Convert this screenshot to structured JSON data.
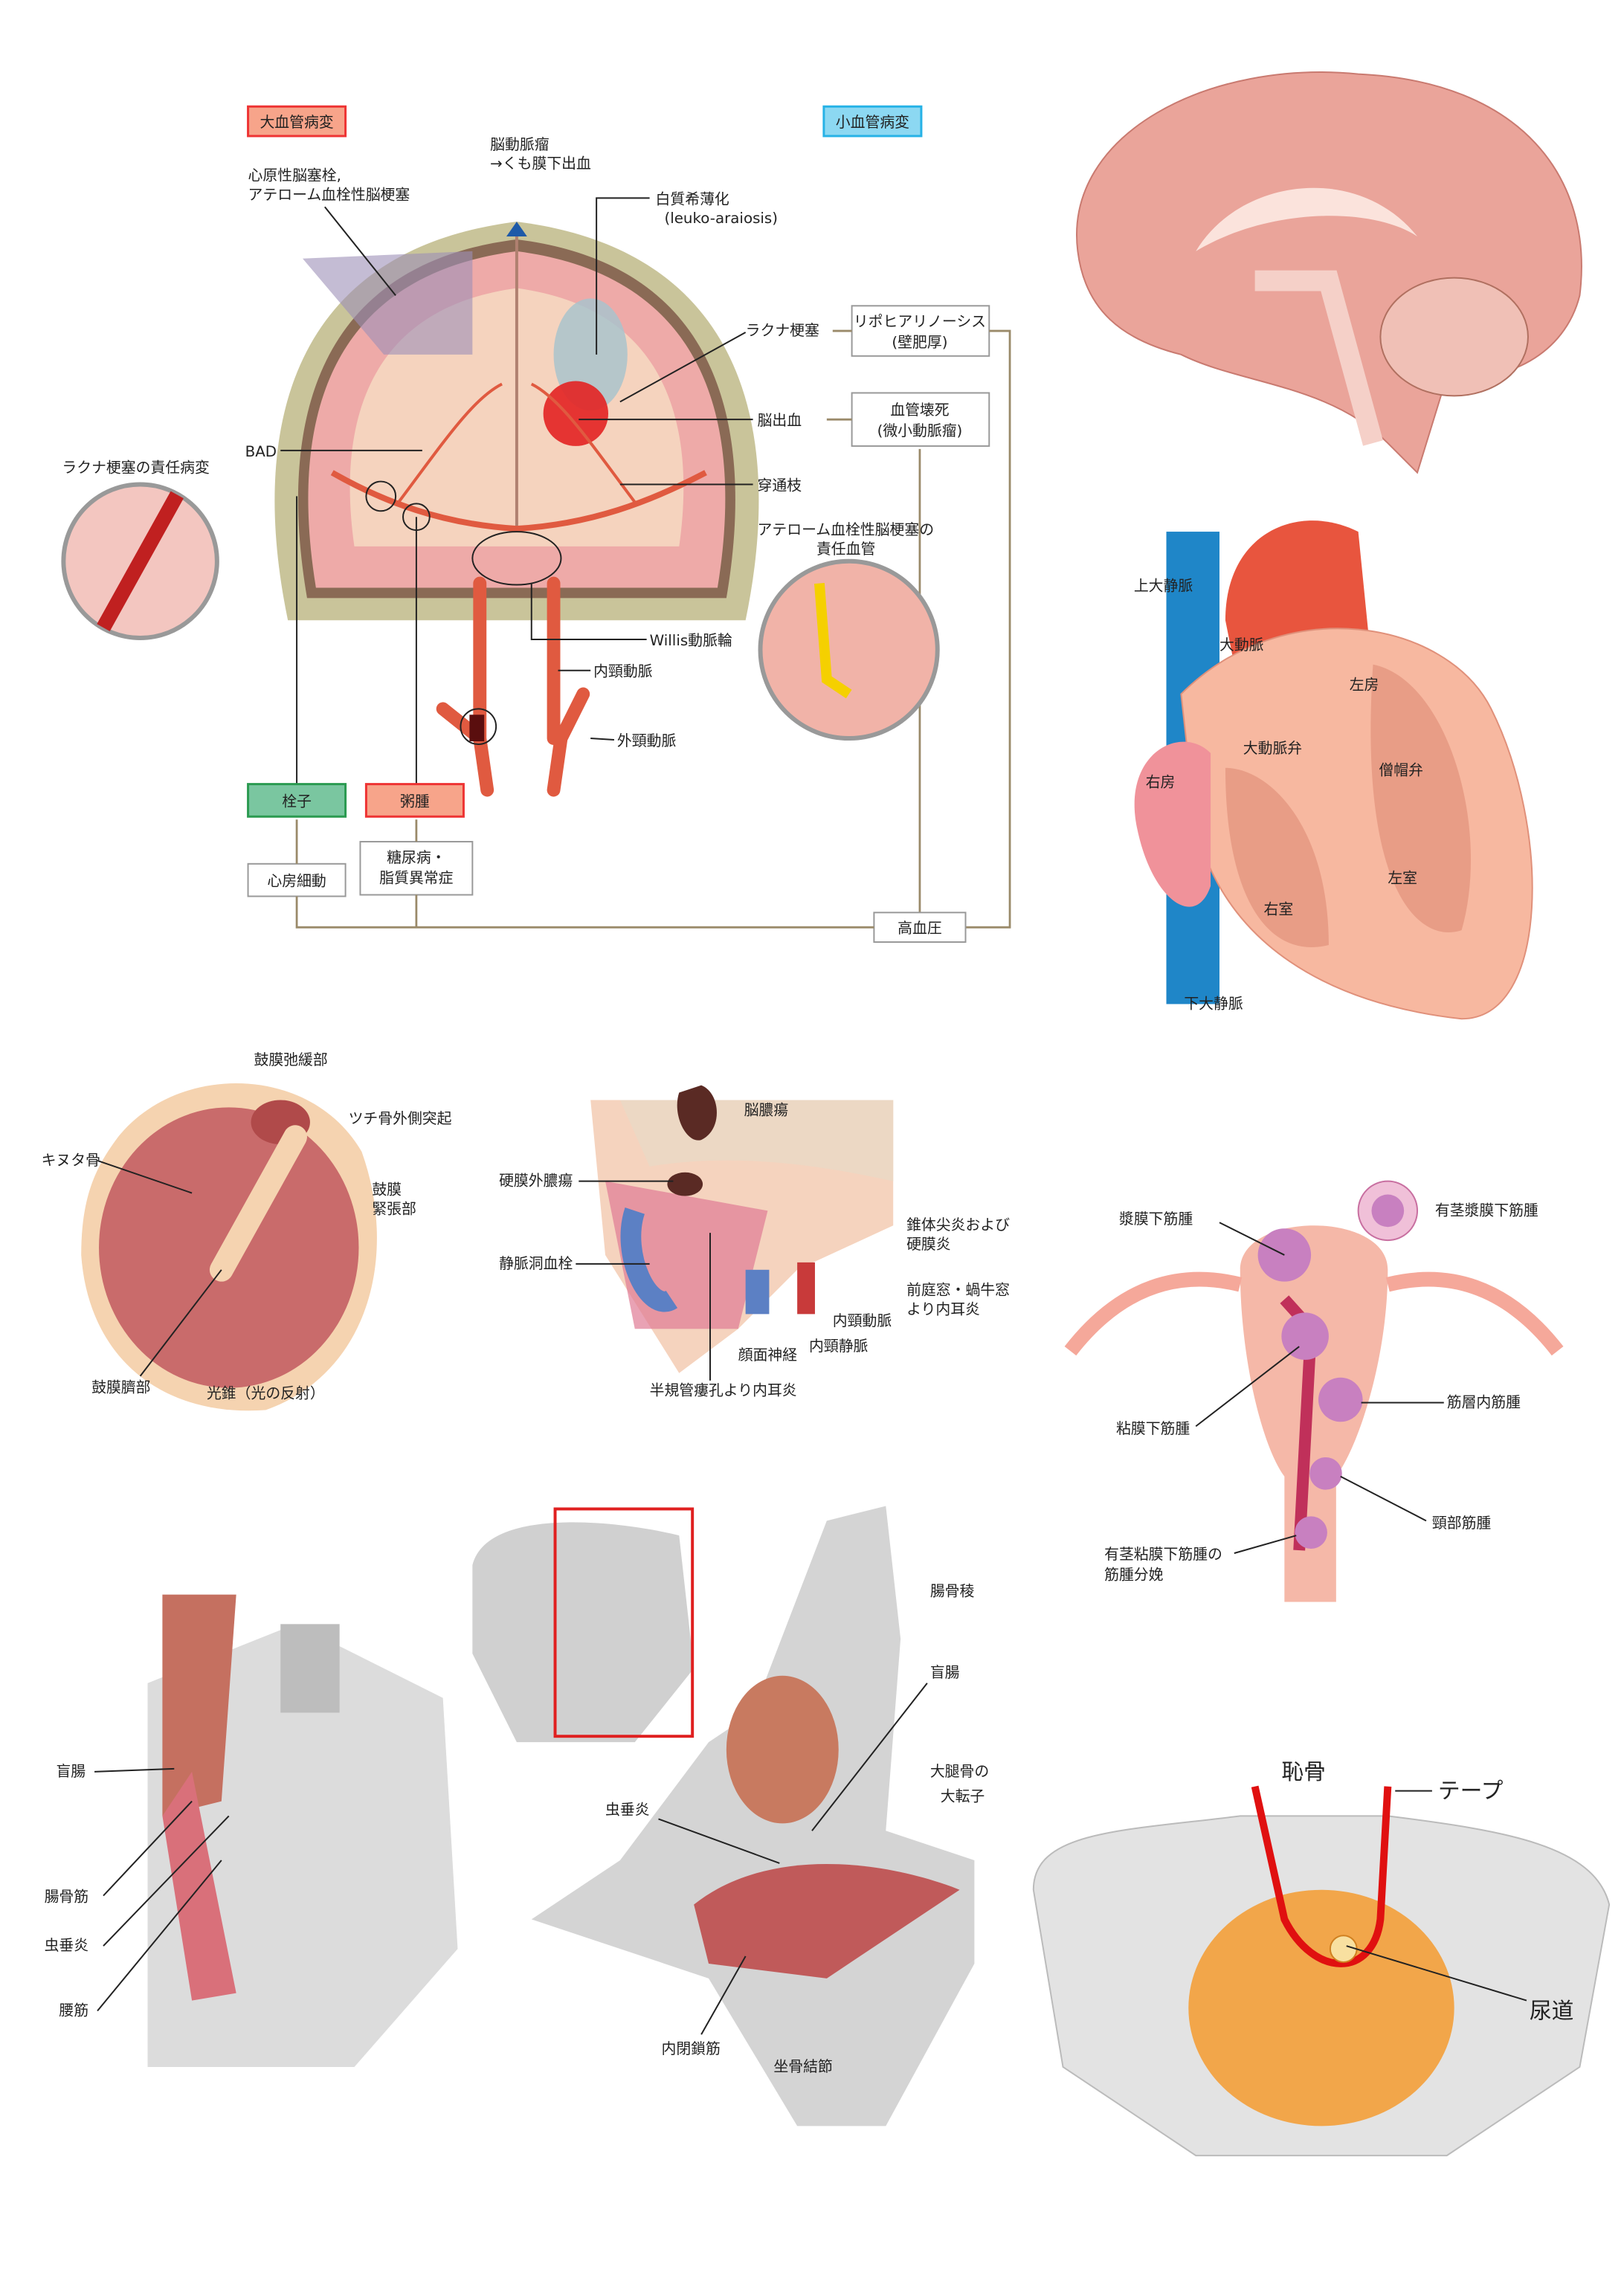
{
  "brain_coronal": {
    "large_vessel": "大血管病変",
    "small_vessel": "小血管病変",
    "aneurysm": [
      "脳動脈瘤",
      "→くも膜下出血"
    ],
    "embolism": [
      "心原性脳塞栓,",
      "アテローム血栓性脳梗塞"
    ],
    "leuko": [
      "白質希薄化",
      "(leuko-araiosis)"
    ],
    "lacunar": "ラクナ梗塞",
    "lipohyalinosis": [
      "リポヒアリノーシス",
      "(壁肥厚)"
    ],
    "hemorrhage": "脳出血",
    "necrosis": [
      "血管壊死",
      "(微小動脈瘤)"
    ],
    "bad": "BAD",
    "perforator": "穿通枝",
    "lacunar_lesion": "ラクナ梗塞の責任病変",
    "athero_vessel": [
      "アテローム血栓性脳梗塞の",
      "責任血管"
    ],
    "willis": "Willis動脈輪",
    "ica": "内頸動脈",
    "eca": "外頸動脈",
    "embolus": "栓子",
    "atheroma": "粥腫",
    "af": "心房細動",
    "dm": [
      "糖尿病・",
      "脂質異常症"
    ],
    "htn": "高血圧"
  },
  "heart": {
    "svc": "上大静脈",
    "aorta": "大動脈",
    "la": "左房",
    "aortic_valve": "大動脈弁",
    "ra": "右房",
    "mitral": "僧帽弁",
    "lv": "左室",
    "rv": "右室",
    "ivc": "下大静脈"
  },
  "eardrum": {
    "flaccida": "鼓膜弛緩部",
    "lateral_process": "ツチ骨外側突起",
    "incus": "キヌタ骨",
    "tensa": [
      "鼓膜",
      "緊張部"
    ],
    "umbo": "鼓膜臍部",
    "cone": "光錐（光の反射）"
  },
  "ear": {
    "brain_abscess": "脳膿瘍",
    "epidural": "硬膜外膿瘍",
    "petrositis": [
      "錐体尖炎および",
      "硬膜炎"
    ],
    "sinus": "静脈洞血栓",
    "windows": [
      "前庭窓・蝸牛窓",
      "より内耳炎"
    ],
    "ica": "内頸動脈",
    "ijv": "内頸静脈",
    "facial": "顔面神経",
    "fistula": "半規管瘻孔より内耳炎"
  },
  "uterus": {
    "subserosal": "漿膜下筋腫",
    "pedunculated_subserosal": "有茎漿膜下筋腫",
    "submucosal": "粘膜下筋腫",
    "intramural": "筋層内筋腫",
    "cervical": "頸部筋腫",
    "delivery": [
      "有茎粘膜下筋腫の",
      "筋腫分娩"
    ]
  },
  "pelvis_left": {
    "cecum": "盲腸",
    "iliacus": "腸骨筋",
    "appendicitis": "虫垂炎",
    "psoas": "腰筋"
  },
  "pelvis_center": {
    "crest": "腸骨稜",
    "cecum": "盲腸",
    "trochanter": [
      "大腿骨の",
      "大転子"
    ],
    "appendicitis": "虫垂炎",
    "obturator": "内閉鎖筋",
    "ischial": "坐骨結節"
  },
  "pelvis_right": {
    "pubis": "恥骨",
    "tape": "テープ",
    "urethra": "尿道"
  }
}
